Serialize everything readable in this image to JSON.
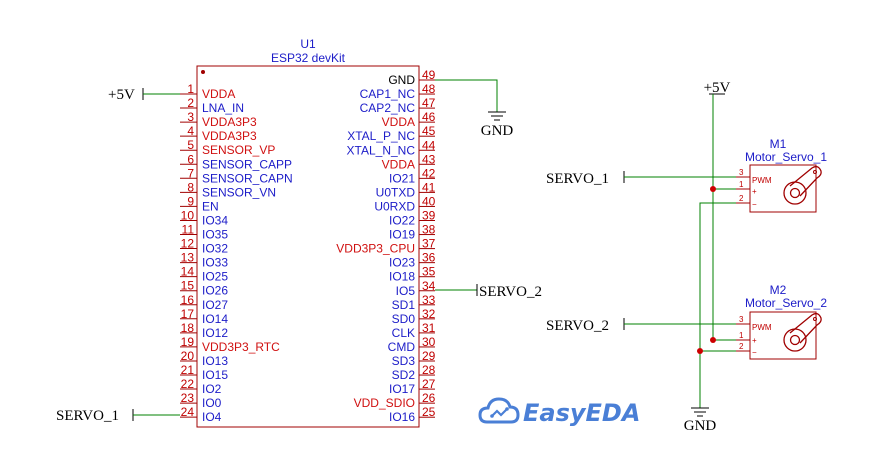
{
  "u1": {
    "ref": "U1",
    "name": "ESP32 devKit",
    "left_pins": [
      {
        "num": "1",
        "name": "VDDA",
        "color": "red"
      },
      {
        "num": "2",
        "name": "LNA_IN",
        "color": "blue"
      },
      {
        "num": "3",
        "name": "VDDA3P3",
        "color": "red"
      },
      {
        "num": "4",
        "name": "VDDA3P3",
        "color": "red"
      },
      {
        "num": "5",
        "name": "SENSOR_VP",
        "color": "red"
      },
      {
        "num": "6",
        "name": "SENSOR_CAPP",
        "color": "blue"
      },
      {
        "num": "7",
        "name": "SENSOR_CAPN",
        "color": "blue"
      },
      {
        "num": "8",
        "name": "SENSOR_VN",
        "color": "blue"
      },
      {
        "num": "9",
        "name": "EN",
        "color": "blue"
      },
      {
        "num": "10",
        "name": "IO34",
        "color": "blue"
      },
      {
        "num": "11",
        "name": "IO35",
        "color": "blue"
      },
      {
        "num": "12",
        "name": "IO32",
        "color": "blue"
      },
      {
        "num": "13",
        "name": "IO33",
        "color": "blue"
      },
      {
        "num": "14",
        "name": "IO25",
        "color": "blue"
      },
      {
        "num": "15",
        "name": "IO26",
        "color": "blue"
      },
      {
        "num": "16",
        "name": "IO27",
        "color": "blue"
      },
      {
        "num": "17",
        "name": "IO14",
        "color": "blue"
      },
      {
        "num": "18",
        "name": "IO12",
        "color": "blue"
      },
      {
        "num": "19",
        "name": "VDD3P3_RTC",
        "color": "red"
      },
      {
        "num": "20",
        "name": "IO13",
        "color": "blue"
      },
      {
        "num": "21",
        "name": "IO15",
        "color": "blue"
      },
      {
        "num": "22",
        "name": "IO2",
        "color": "blue"
      },
      {
        "num": "23",
        "name": "IO0",
        "color": "blue"
      },
      {
        "num": "24",
        "name": "IO4",
        "color": "blue"
      }
    ],
    "right_pins": [
      {
        "num": "49",
        "name": "GND",
        "color": "black"
      },
      {
        "num": "48",
        "name": "CAP1_NC",
        "color": "blue"
      },
      {
        "num": "47",
        "name": "CAP2_NC",
        "color": "blue"
      },
      {
        "num": "46",
        "name": "VDDA",
        "color": "red"
      },
      {
        "num": "45",
        "name": "XTAL_P_NC",
        "color": "blue"
      },
      {
        "num": "44",
        "name": "XTAL_N_NC",
        "color": "blue"
      },
      {
        "num": "43",
        "name": "VDDA",
        "color": "red"
      },
      {
        "num": "42",
        "name": "IO21",
        "color": "blue"
      },
      {
        "num": "41",
        "name": "U0TXD",
        "color": "blue"
      },
      {
        "num": "40",
        "name": "U0RXD",
        "color": "blue"
      },
      {
        "num": "39",
        "name": "IO22",
        "color": "blue"
      },
      {
        "num": "38",
        "name": "IO19",
        "color": "blue"
      },
      {
        "num": "37",
        "name": "VDD3P3_CPU",
        "color": "red"
      },
      {
        "num": "36",
        "name": "IO23",
        "color": "blue"
      },
      {
        "num": "35",
        "name": "IO18",
        "color": "blue"
      },
      {
        "num": "34",
        "name": "IO5",
        "color": "blue"
      },
      {
        "num": "33",
        "name": "SD1",
        "color": "blue"
      },
      {
        "num": "32",
        "name": "SD0",
        "color": "blue"
      },
      {
        "num": "31",
        "name": "CLK",
        "color": "blue"
      },
      {
        "num": "30",
        "name": "CMD",
        "color": "blue"
      },
      {
        "num": "29",
        "name": "SD3",
        "color": "blue"
      },
      {
        "num": "28",
        "name": "SD2",
        "color": "blue"
      },
      {
        "num": "27",
        "name": "IO17",
        "color": "blue"
      },
      {
        "num": "26",
        "name": "VDD_SDIO",
        "color": "red"
      },
      {
        "num": "25",
        "name": "IO16",
        "color": "blue"
      }
    ]
  },
  "nets": {
    "plus5v_left": "+5V",
    "gnd_left": "GND",
    "servo2_left": "SERVO_2",
    "servo1_left": "SERVO_1",
    "plus5v_right": "+5V",
    "servo1_right": "SERVO_1",
    "servo2_right": "SERVO_2",
    "gnd_right": "GND"
  },
  "m1": {
    "ref": "M1",
    "name": "Motor_Servo_1",
    "pwm": "PWM",
    "p3": "3",
    "p1": "1",
    "p2": "2",
    "plus": "+",
    "minus": "−"
  },
  "m2": {
    "ref": "M2",
    "name": "Motor_Servo_2",
    "pwm": "PWM",
    "p3": "3",
    "p1": "1",
    "p2": "2",
    "plus": "+",
    "minus": "−"
  },
  "logo": "EasyEDA",
  "colors": {
    "wire": "#008000",
    "part": "#a00000",
    "blue": "#1c1cc8",
    "red": "#d01010",
    "logo": "#4a7fd6"
  }
}
